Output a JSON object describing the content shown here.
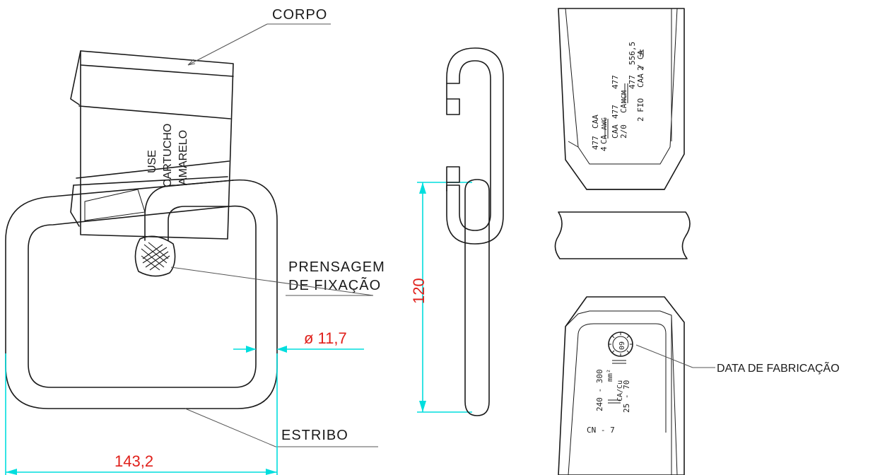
{
  "labels": {
    "corpo": "CORPO",
    "estribo": "ESTRIBO",
    "prensagem_line1": "PRENSAGEM",
    "prensagem_line2": "DE FIXAÇÃO",
    "data_fabricacao": "DATA DE FABRICAÇÃO",
    "use_line1": "USE",
    "use_line2": "CARTUCHO",
    "use_line3": "AMARELO"
  },
  "dimensions": {
    "width": "143,2",
    "height": "120",
    "diameter": "ø 11,7"
  },
  "colors": {
    "dimension_line": "#00dede",
    "dimension_text": "#e0201b",
    "outline": "#1a1a1a"
  },
  "top_marking": {
    "col1_a": "477",
    "col1_b": "CA",
    "col1_c": "AWG",
    "col1_d": "CAA",
    "col1_e": "4",
    "col2_a": "477",
    "col2_b": "CA",
    "col2_c": "MCM",
    "col2_d": "CAA",
    "col2_e": "2/0",
    "col3_a": "477",
    "col3_b": "477",
    "col3_c": "CAA / CA",
    "col3_d": "2 FIO",
    "col4_a": "556,5",
    "col4_b": "2"
  },
  "bottom_marking": {
    "range_a": "240  -  300",
    "unit_a": "mm²",
    "material": "CA/Cu",
    "range_b": "25  -  70",
    "model": "CN - 7",
    "date_code": "09"
  }
}
